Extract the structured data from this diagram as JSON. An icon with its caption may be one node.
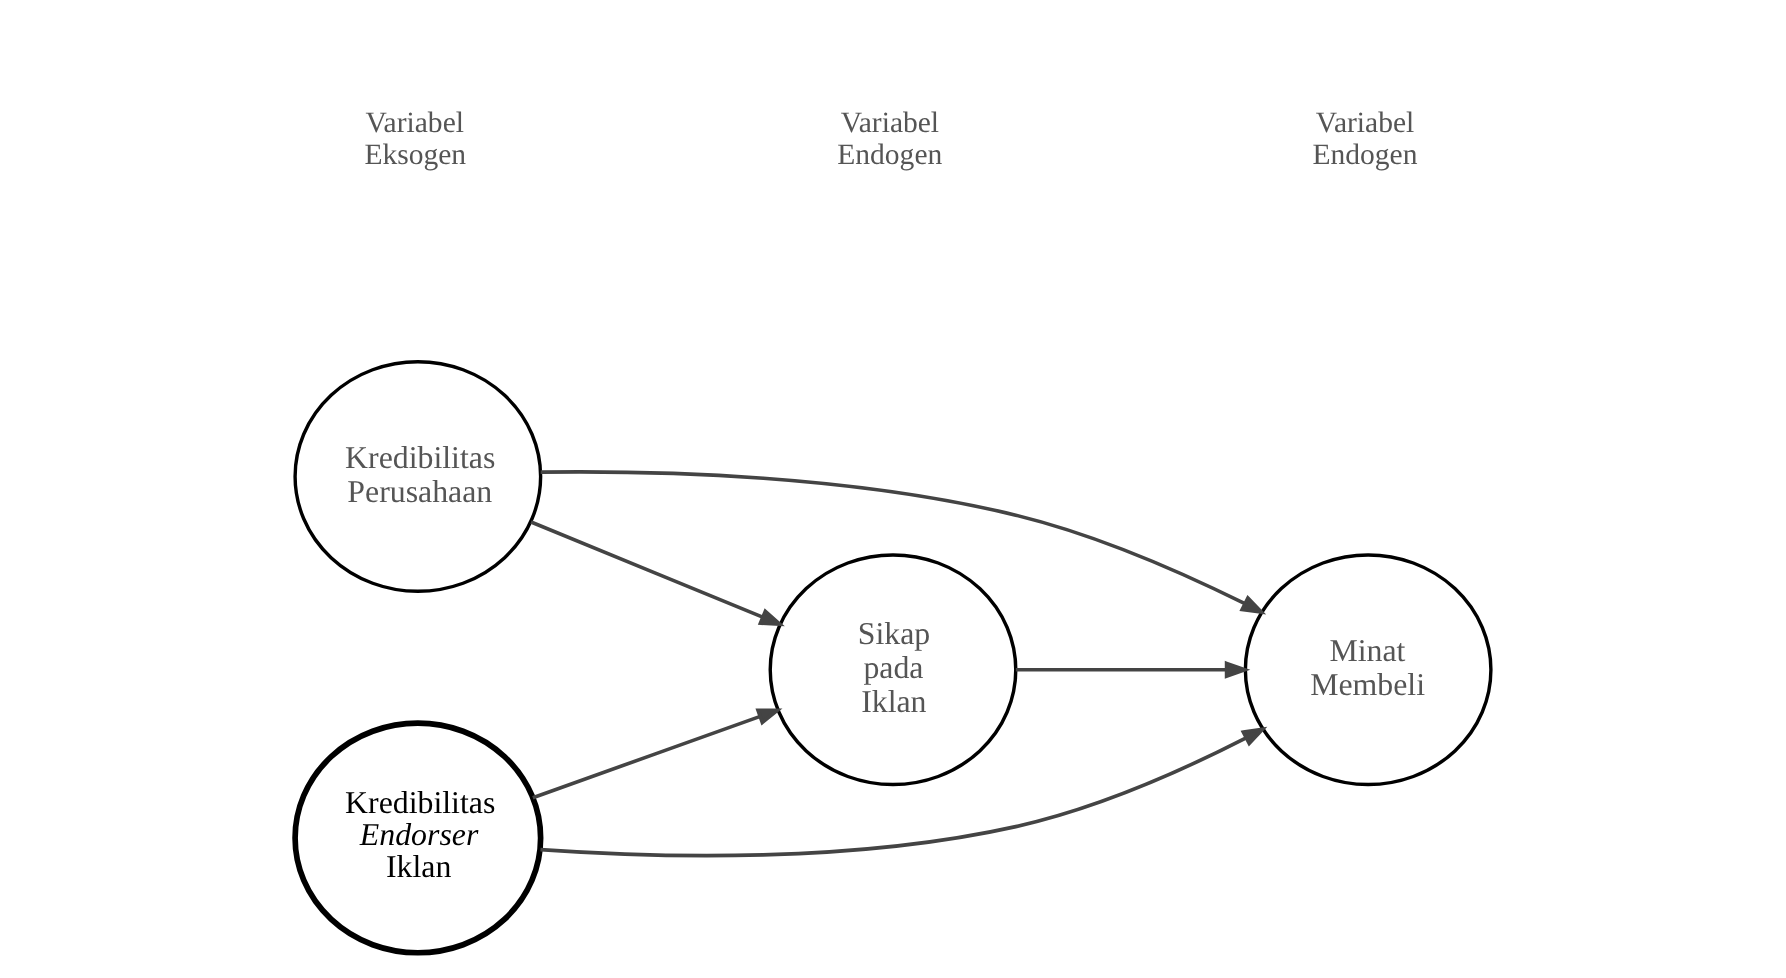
{
  "diagram": {
    "nodes": [
      {
        "text": [
          "Kredibilitas Perusahaan"
        ]
      },
      {
        "text": [
          "Kredibilitas *Endorser* Iklan"
        ]
      },
      {
        "text": [
          "Sikap pada Iklan"
        ]
      },
      {
        "text": [
          "Minat Membeli"
        ]
      }
    ],
    "edges": [
      {
        "from": 0,
        "to": 3,
        "arrow": "to"
      },
      {
        "from": 0,
        "to": 2,
        "arrow": "to"
      },
      {
        "from": 2,
        "to": 3,
        "arrow": "to"
      },
      {
        "from": 1,
        "to": 2,
        "arrow": "to"
      },
      {
        "from": 1,
        "to": 3,
        "arrow": "to"
      }
    ],
    "labels": [
      "Variabel Eksogen",
      "Variabel Endogen",
      "Variabel Endogen"
    ]
  }
}
